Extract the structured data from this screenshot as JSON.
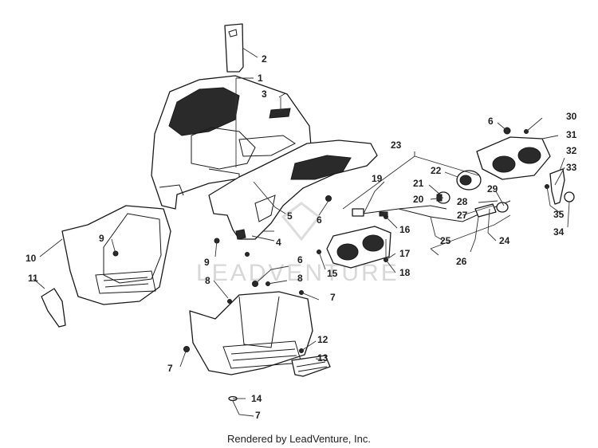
{
  "watermark": "LEADVENTURE",
  "footer": "Rendered by LeadVenture, Inc.",
  "callouts": {
    "c1": "1",
    "c2": "2",
    "c3": "3",
    "c4": "4",
    "c5": "5",
    "c6a": "6",
    "c6b": "6",
    "c6c": "6",
    "c7a": "7",
    "c7b": "7",
    "c7c": "7",
    "c8a": "8",
    "c8b": "8",
    "c9a": "9",
    "c9b": "9",
    "c10": "10",
    "c11": "11",
    "c12": "12",
    "c13": "13",
    "c14": "14",
    "c15": "15",
    "c16": "16",
    "c17": "17",
    "c18": "18",
    "c19": "19",
    "c20": "20",
    "c21": "21",
    "c22": "22",
    "c23": "23",
    "c24": "24",
    "c25": "25",
    "c26": "26",
    "c27": "27",
    "c28": "28",
    "c29": "29",
    "c30": "30",
    "c31": "31",
    "c32": "32",
    "c33": "33",
    "c34": "34",
    "c35": "35"
  }
}
